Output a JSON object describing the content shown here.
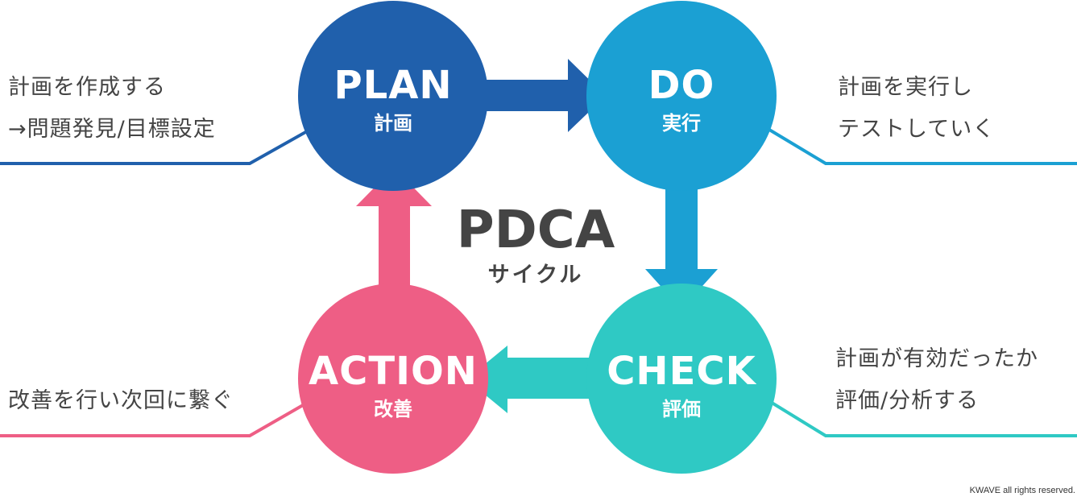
{
  "center": {
    "title": "PDCA",
    "subtitle": "サイクル"
  },
  "stages": {
    "plan": {
      "title": "PLAN",
      "subtitle": "計画",
      "desc": [
        "計画を作成する",
        "→問題発見/目標設定"
      ],
      "color": "#2060AC"
    },
    "do": {
      "title": "DO",
      "subtitle": "実行",
      "desc": [
        "計画を実行し",
        "テストしていく"
      ],
      "color": "#1BA0D3"
    },
    "check": {
      "title": "CHECK",
      "subtitle": "評価",
      "desc": [
        "計画が有効だったか",
        "評価/分析する"
      ],
      "color": "#2FC9C4"
    },
    "action": {
      "title": "ACTION",
      "subtitle": "改善",
      "desc": [
        "改善を行い次回に繋ぐ"
      ],
      "color": "#EE5E85"
    }
  },
  "copyright": "KWAVE all rights reserved."
}
